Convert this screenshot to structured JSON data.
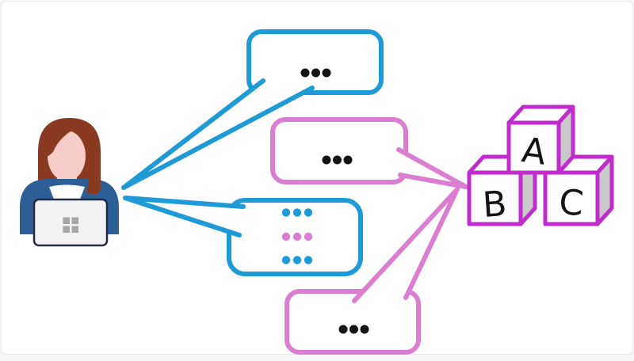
{
  "colors": {
    "blue": "#1E9AD6",
    "pink": "#DB7DD1",
    "magenta": "#C12BCE",
    "black": "#141414",
    "block_side": "#C9C9C9",
    "shirt": "#2D5F96",
    "hair": "#8A3A20",
    "skin": "#F8CDC9",
    "laptop_body": "#F2F2F2",
    "laptop_outline": "#222B44",
    "laptop_logo": "#A6A6A6",
    "card_border": "#E8EAEC"
  },
  "icons": {
    "person": "woman-at-laptop-icon",
    "laptop_logo": "windows-grid-icon"
  },
  "speech_bubbles": [
    {
      "id": "bubble-top-blue",
      "border_color": "blue",
      "tail_points_to": "person",
      "dot_rows": [
        [
          "black",
          "black",
          "black"
        ]
      ]
    },
    {
      "id": "bubble-upper-pink",
      "border_color": "pink",
      "tail_points_to": "blocks",
      "dot_rows": [
        [
          "black",
          "black",
          "black"
        ]
      ]
    },
    {
      "id": "bubble-lower-blue",
      "border_color": "blue",
      "tail_points_to": "person",
      "dot_rows": [
        [
          "blue",
          "blue",
          "blue"
        ],
        [
          "pink",
          "pink",
          "pink"
        ],
        [
          "blue",
          "blue",
          "blue"
        ]
      ]
    },
    {
      "id": "bubble-bottom-pink",
      "border_color": "pink",
      "tail_points_to": "blocks",
      "dot_rows": [
        [
          "black",
          "black",
          "black"
        ]
      ]
    }
  ],
  "blocks": {
    "labels": [
      "A",
      "B",
      "C"
    ]
  }
}
